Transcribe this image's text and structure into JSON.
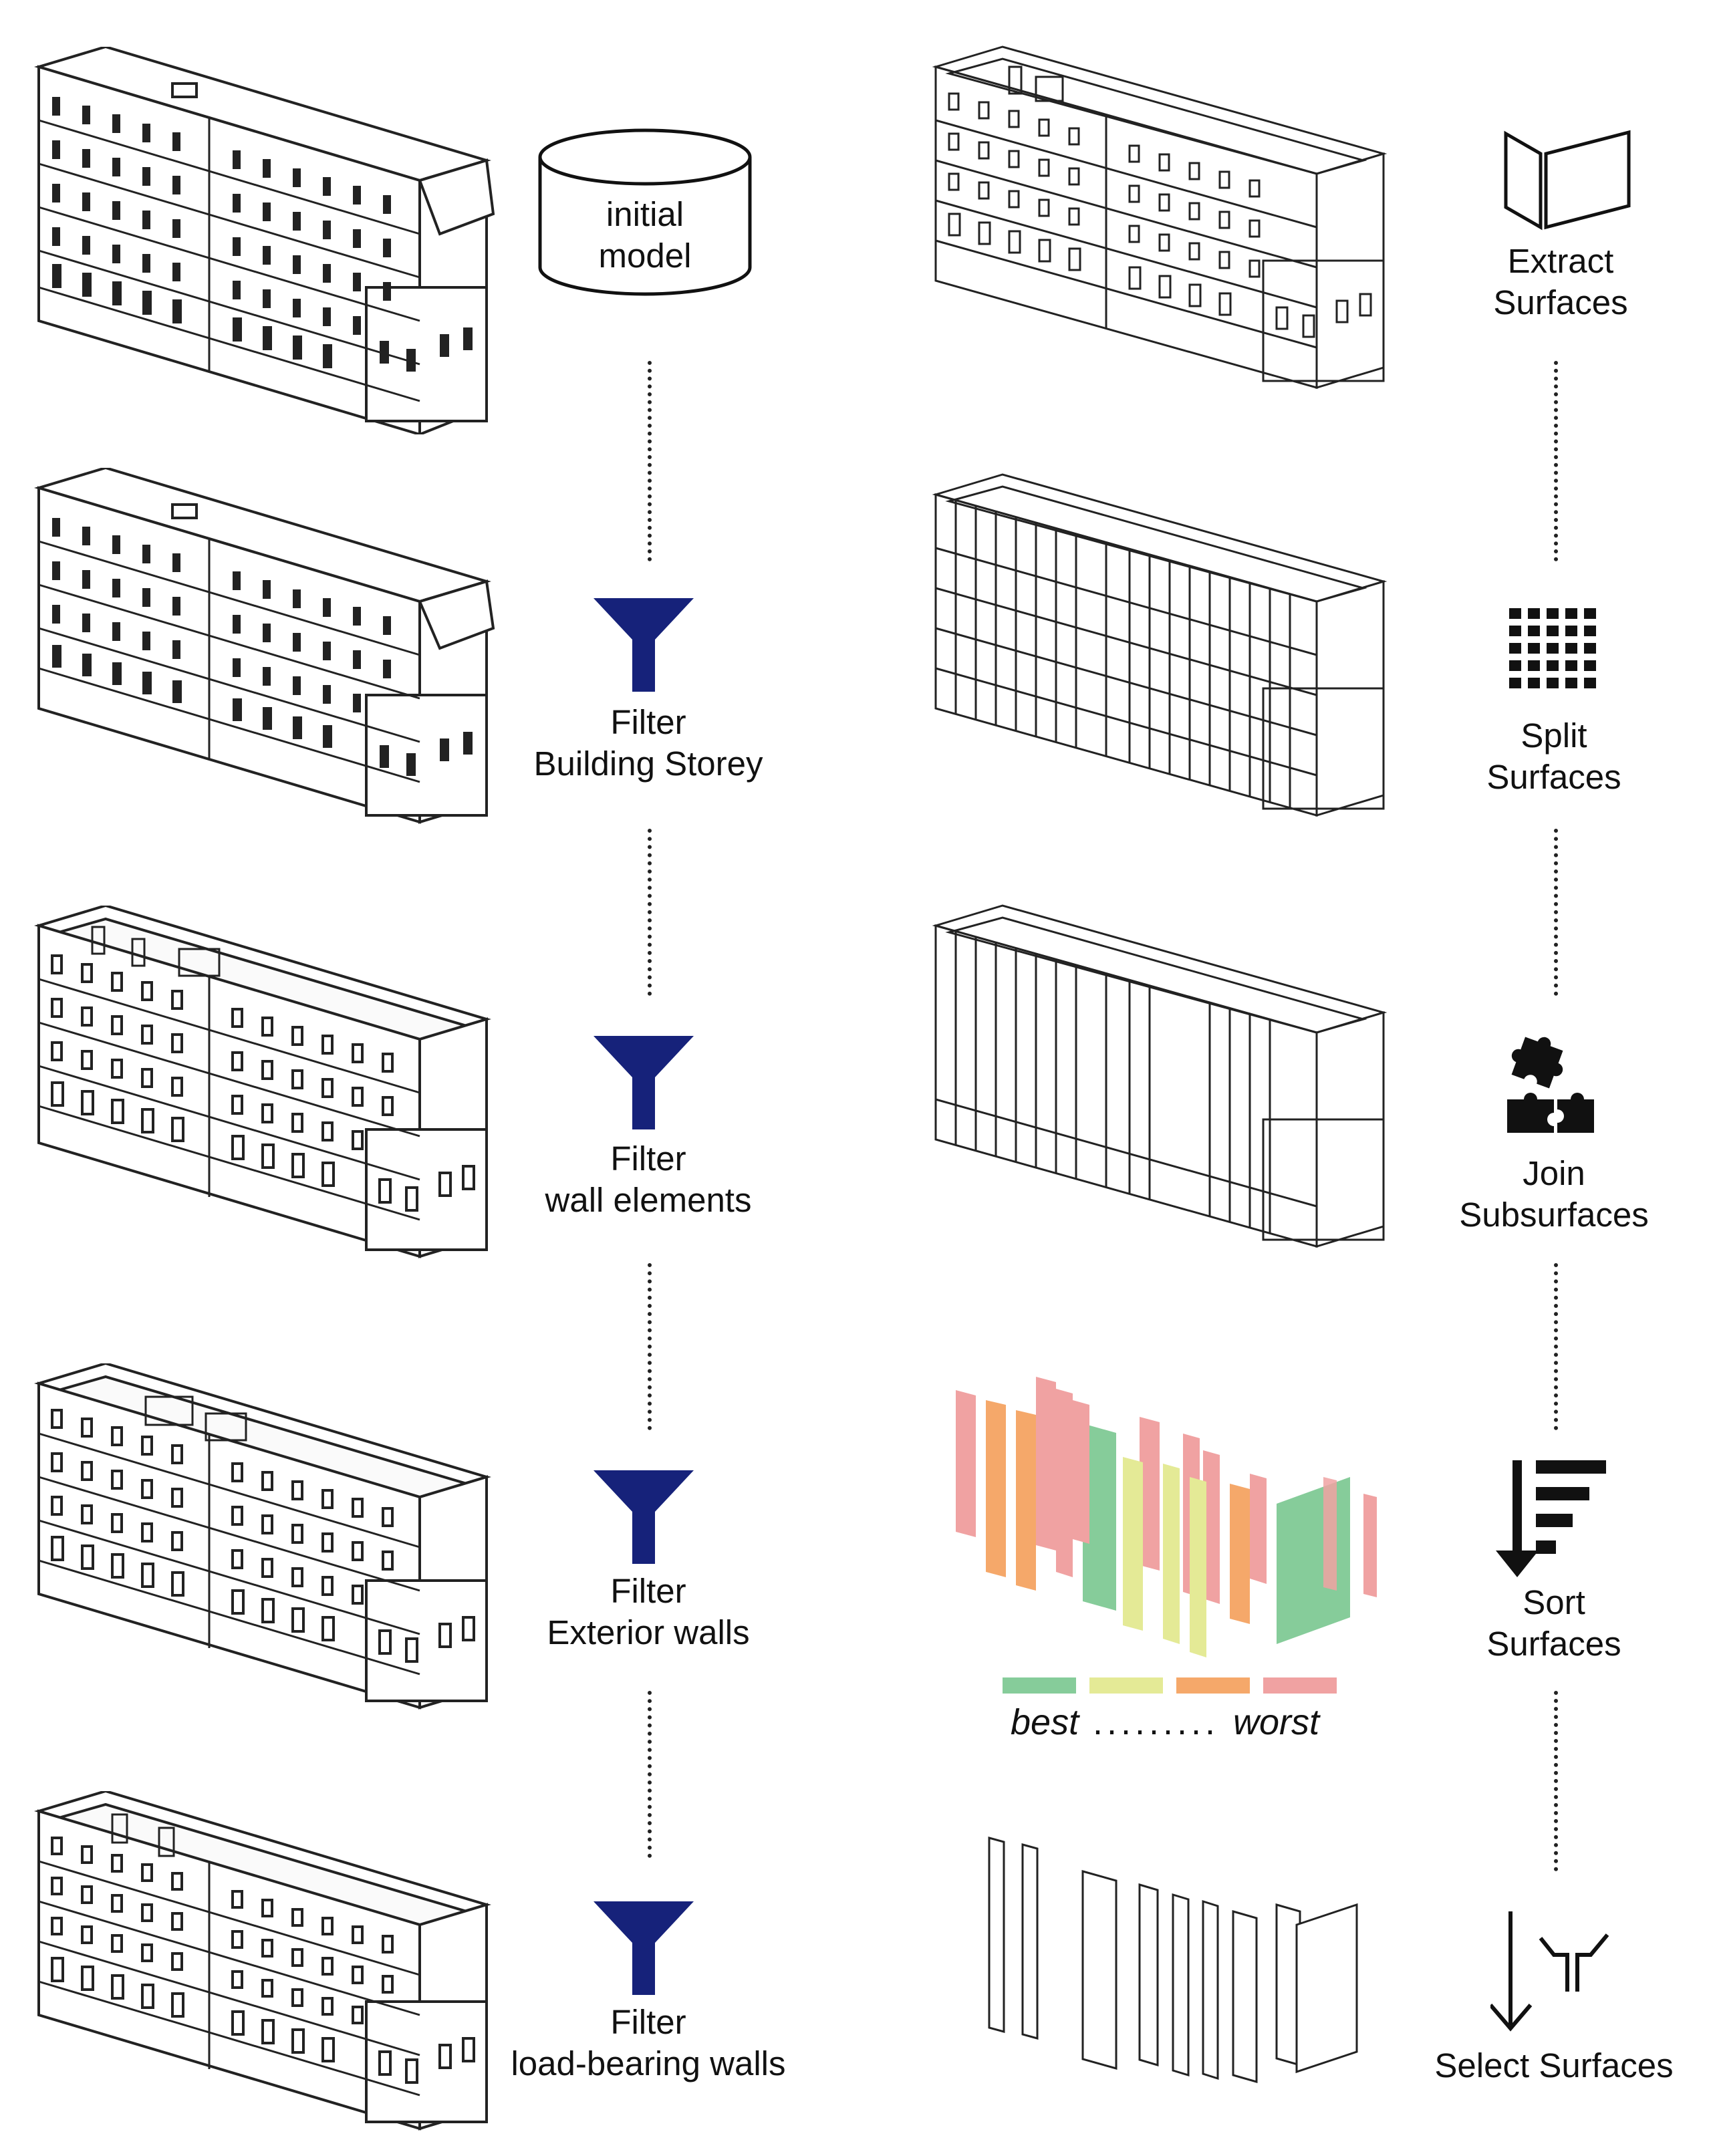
{
  "left_steps": [
    {
      "id": "initial",
      "lines": [
        "initial",
        "model"
      ],
      "icon": "database-cylinder-icon"
    },
    {
      "id": "storey",
      "lines": [
        "Filter",
        "Building Storey"
      ],
      "icon": "funnel-filter-icon"
    },
    {
      "id": "walls",
      "lines": [
        "Filter",
        "wall elements"
      ],
      "icon": "funnel-filter-icon"
    },
    {
      "id": "exterior",
      "lines": [
        "Filter",
        "Exterior walls"
      ],
      "icon": "funnel-filter-icon"
    },
    {
      "id": "loadbearing",
      "lines": [
        "Filter",
        "load-bearing walls"
      ],
      "icon": "funnel-filter-icon"
    }
  ],
  "right_steps": [
    {
      "id": "extract",
      "lines": [
        "Extract",
        "Surfaces"
      ],
      "icon": "open-book-surfaces-icon"
    },
    {
      "id": "split",
      "lines": [
        "Split",
        "Surfaces"
      ],
      "icon": "grid-dots-icon"
    },
    {
      "id": "join",
      "lines": [
        "Join",
        "Subsurfaces"
      ],
      "icon": "puzzle-pieces-icon"
    },
    {
      "id": "sort",
      "lines": [
        "Sort",
        "Surfaces"
      ],
      "icon": "sort-descending-icon"
    },
    {
      "id": "select",
      "lines": [
        "Select Surfaces"
      ],
      "icon": "select-merge-arrows-icon"
    }
  ],
  "legend": {
    "best": "best",
    "dots": ".........",
    "worst": "worst",
    "colors": [
      "#86cc9a",
      "#e4ea96",
      "#f5a86a",
      "#f0a2a2"
    ]
  },
  "colors": {
    "filter_blue": "#16227a",
    "line": "#222222"
  }
}
